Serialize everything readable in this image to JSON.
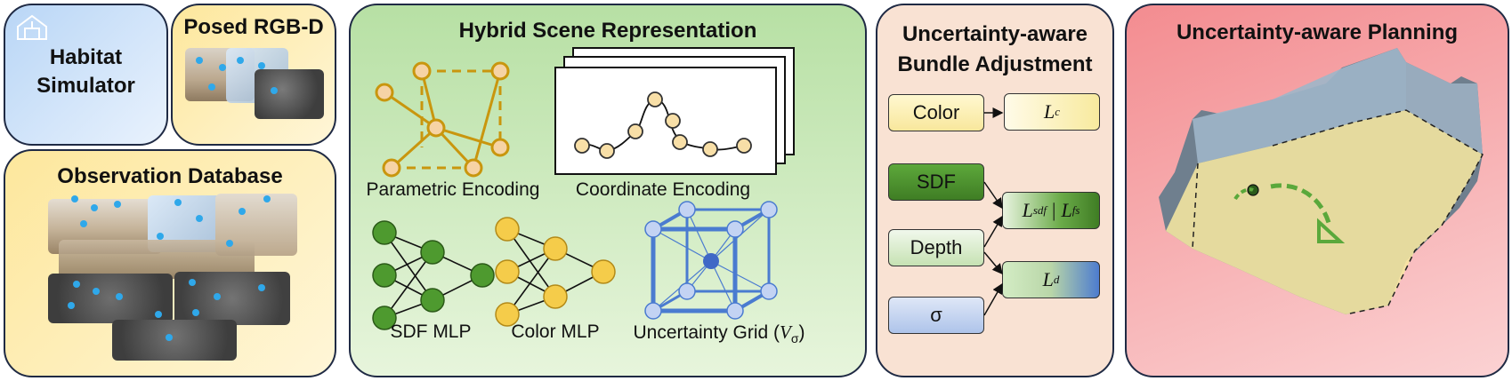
{
  "habitat": {
    "title_line1": "Habitat",
    "title_line2": "Simulator",
    "logo_icon": "habitat-logo-icon"
  },
  "posed_rgbd": {
    "title": "Posed RGB-D"
  },
  "observation_database": {
    "title": "Observation Database"
  },
  "hybrid": {
    "title": "Hybrid Scene Representation",
    "parametric_label": "Parametric Encoding",
    "coordinate_label": "Coordinate Encoding",
    "sdf_mlp_label": "SDF MLP",
    "color_mlp_label": "Color MLP",
    "grid_label_prefix": "Uncertainty Grid (",
    "grid_label_symbol": "V",
    "grid_label_sub": "σ",
    "grid_label_suffix": ")"
  },
  "uba": {
    "title_line1": "Uncertainty-aware",
    "title_line2": "Bundle Adjustment",
    "inputs": {
      "color": "Color",
      "sdf": "SDF",
      "depth": "Depth",
      "sigma": "σ"
    },
    "losses": {
      "lc": {
        "main": "L",
        "sub": "c"
      },
      "lsdf": {
        "main": "L",
        "sub": "sdf"
      },
      "sep": "|",
      "lfs": {
        "main": "L",
        "sub": "fs"
      },
      "ld": {
        "main": "L",
        "sub": "d"
      }
    }
  },
  "planning": {
    "title": "Uncertainty-aware Planning"
  },
  "colors": {
    "parametric": "#c9960e",
    "sdf_node": "#4e9a2f",
    "color_node": "#f5cc4a",
    "grid": "#4a7bd0",
    "arrow": "#111111"
  }
}
